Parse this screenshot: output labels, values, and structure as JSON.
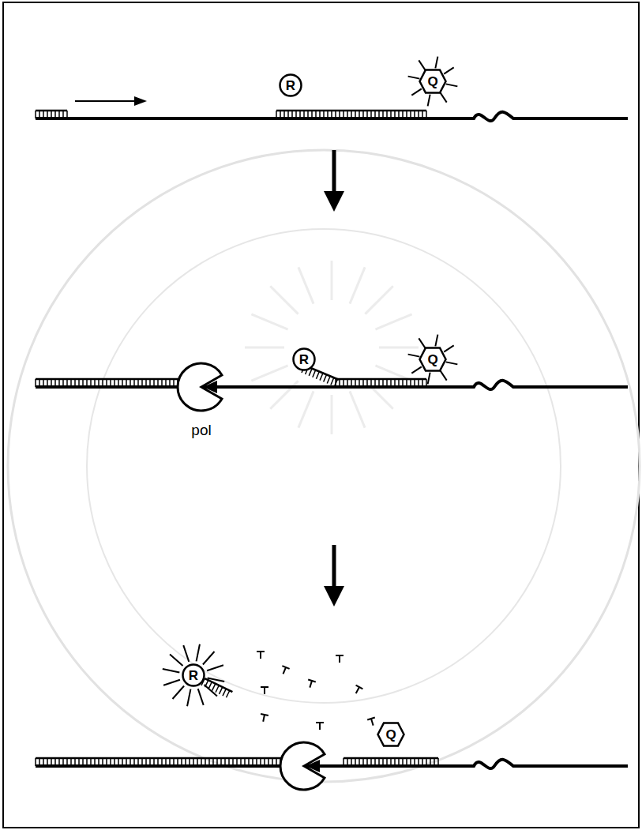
{
  "diagram": {
    "nodes": [
      {
        "text": [
          "R"
        ]
      },
      {
        "text": [
          "Q"
        ]
      },
      {
        "text": [
          "R"
        ]
      },
      {
        "text": [
          "Q"
        ]
      },
      {
        "text": [
          "R"
        ]
      },
      {
        "text": [
          "Q"
        ]
      }
    ],
    "labels": [
      "pol"
    ]
  }
}
